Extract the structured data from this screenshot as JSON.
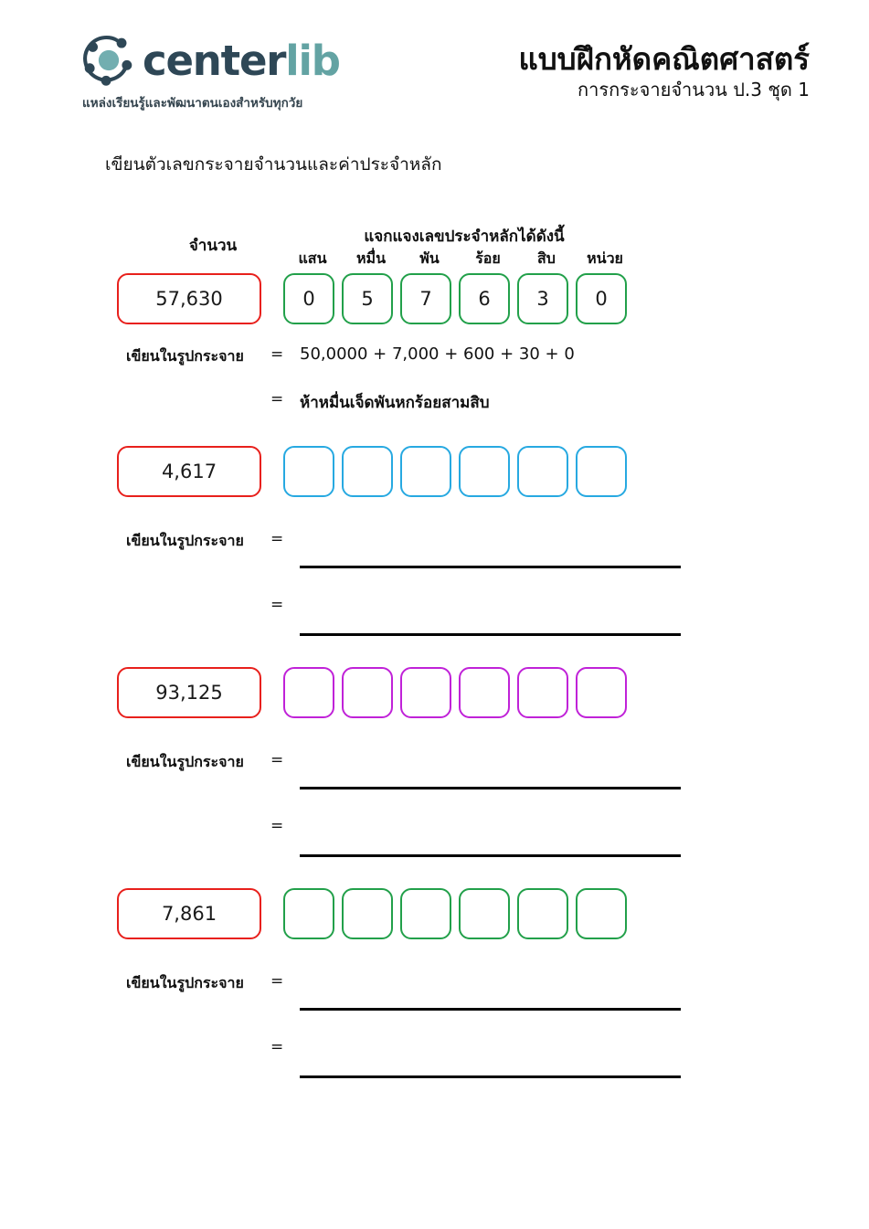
{
  "brand": {
    "logo_icon": "network-node-circle-icon",
    "name_part1": "center",
    "name_part2": "lib",
    "tagline": "แหล่งเรียนรู้และพัฒนาตนเองสำหรับทุกวัย",
    "color_dark": "#2e4756",
    "color_teal": "#63a3a3"
  },
  "header": {
    "title": "แบบฝึกหัดคณิตศาสตร์",
    "subtitle": "การกระจายจำนวน ป.3  ชุด 1"
  },
  "instruction": "เขียนตัวเลขกระจายจำนวนและค่าประจำหลัก",
  "table_headers": {
    "number_column": "จำนวน",
    "spread_column": "แจกแจงเลขประจำหลักได้ดังนี้",
    "places": [
      "แสน",
      "หมื่น",
      "พัน",
      "ร้อย",
      "สิบ",
      "หน่วย"
    ]
  },
  "labels": {
    "expand_label": "เขียนในรูปกระจาย",
    "equals": "="
  },
  "colors": {
    "number_box_border": "#e8201c",
    "example_digit_border": "#22a04a",
    "problem1_digit_border": "#27a9e1",
    "problem2_digit_border": "#c022d8",
    "problem3_digit_border": "#22a04a",
    "answer_line": "#000000"
  },
  "problems": [
    {
      "id": "example",
      "number": "57,630",
      "digit_border_color_name": "green",
      "digits": [
        "0",
        "5",
        "7",
        "6",
        "3",
        "0"
      ],
      "expanded_form": "50,0000 + 7,000 + 600 + 30 + 0",
      "word_form": "ห้าหมื่นเจ็ดพันหกร้อยสามสิบ",
      "filled": true
    },
    {
      "id": "problem-1",
      "number": "4,617",
      "digit_border_color_name": "cyan",
      "digits": [
        "",
        "",
        "",
        "",
        "",
        ""
      ],
      "expanded_form": "",
      "word_form": "",
      "filled": false
    },
    {
      "id": "problem-2",
      "number": "93,125",
      "digit_border_color_name": "magenta",
      "digits": [
        "",
        "",
        "",
        "",
        "",
        ""
      ],
      "expanded_form": "",
      "word_form": "",
      "filled": false
    },
    {
      "id": "problem-3",
      "number": "7,861",
      "digit_border_color_name": "green",
      "digits": [
        "",
        "",
        "",
        "",
        "",
        ""
      ],
      "expanded_form": "",
      "word_form": "",
      "filled": false
    }
  ]
}
